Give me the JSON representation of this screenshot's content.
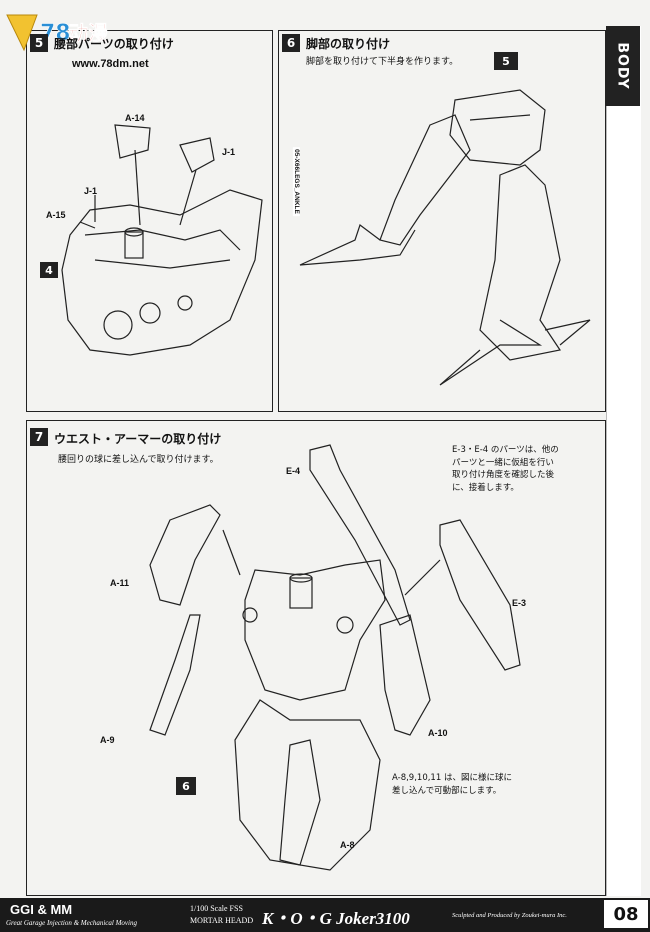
{
  "watermark": {
    "url": "www.78dm.net",
    "logo_text": "78动漫"
  },
  "sidebar": {
    "section_label": "BODY"
  },
  "step5": {
    "number": "5",
    "title": "腰部パーツの取り付け"
  },
  "step6": {
    "number": "6",
    "title": "脚部の取り付け",
    "description": "脚部を取り付けて下半身を作ります。",
    "callout": "5",
    "vertical_label": "05-X66LEGS_ANKLE"
  },
  "step7": {
    "number": "7",
    "title": "ウエスト・アーマーの取り付け",
    "description": "腰回りの球に差し込んで取り付けます。",
    "callout": "6",
    "note_e3e4": "E-3・E-4 のパーツは、他のパーツと一緒に仮組を行い取り付け角度を確認した後に、接着します。",
    "note_a": "A-8,9,10,11 は、図に様に球に差し込んで可動部にします。"
  },
  "parts_step5": {
    "a14": "A-14",
    "j1_top": "J-1",
    "j1_left": "J-1",
    "a15": "A-15",
    "callout": "4"
  },
  "parts_step7": {
    "e4": "E-4",
    "a11": "A-11",
    "e3": "E-3",
    "a9": "A-9",
    "a10": "A-10",
    "a8": "A-8"
  },
  "footer": {
    "brand": "GGI & MM",
    "brand_sub": "Great Garage Injection & Mechanical Moving",
    "scale": "1/100 Scale FSS",
    "scale_sub": "MORTAR HEADD",
    "title": "K・O・G  Joker3100",
    "credit": "Sculpted and Produced by Zoukei-mura Inc.",
    "page_number": "08"
  },
  "colors": {
    "ink": "#111111",
    "paper": "#f3f3f1",
    "footer_bg": "#1a1a1a",
    "logo_yellow": "#f2c230",
    "logo_blue": "#2a8fd6",
    "logo_red": "#d9342b"
  }
}
